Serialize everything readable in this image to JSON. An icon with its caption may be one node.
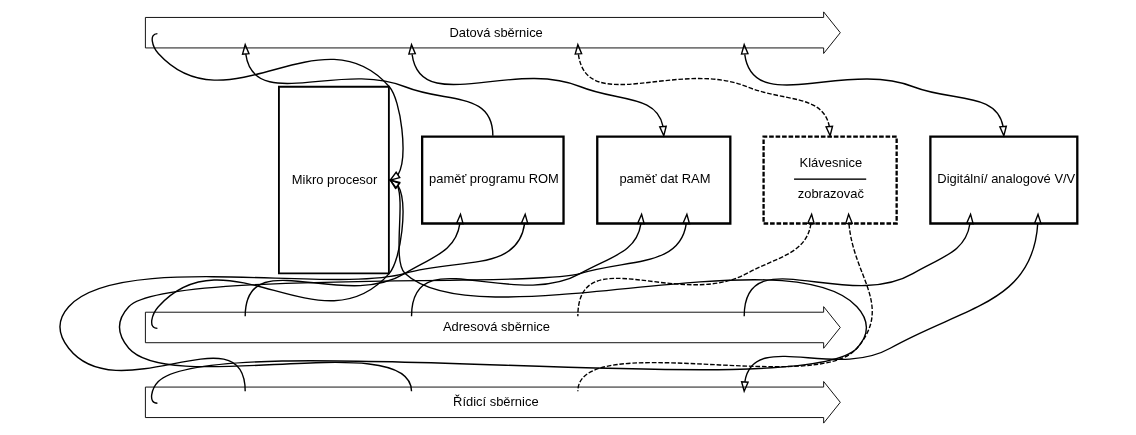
{
  "diagram": {
    "nodes": [
      {
        "text": [
          "Mikro procesor"
        ]
      },
      {
        "text": [
          "Datová sběrnice"
        ]
      },
      {
        "text": [
          "paměť programu ROM"
        ]
      },
      {
        "text": [
          "paměť dat RAM"
        ]
      },
      {
        "text": [
          "Klávesnice",
          "zobrazovač"
        ]
      },
      {
        "text": [
          "Digitální/ analogové V/V"
        ]
      },
      {
        "text": [
          "Adresová sběrnice"
        ]
      },
      {
        "text": [
          "Řídicí sběrnice"
        ]
      }
    ],
    "edges": [
      {
        "from": 1,
        "to": 0,
        "arrow": "to"
      },
      {
        "from": 6,
        "to": 0,
        "arrow": "to"
      },
      {
        "from": 7,
        "to": 0,
        "arrow": "to"
      },
      {
        "from": 2,
        "to": 1,
        "arrow": "to"
      },
      {
        "from": 3,
        "to": 1,
        "arrow": "both"
      },
      {
        "from": 4,
        "to": 1,
        "arrow": "both",
        "style": "dashed"
      },
      {
        "from": 5,
        "to": 1,
        "arrow": "both"
      },
      {
        "from": 6,
        "to": 2,
        "arrow": "to"
      },
      {
        "from": 7,
        "to": 2,
        "arrow": "to"
      },
      {
        "from": 6,
        "to": 3,
        "arrow": "to"
      },
      {
        "from": 7,
        "to": 3,
        "arrow": "to"
      },
      {
        "from": 6,
        "to": 4,
        "arrow": "to",
        "style": "dashed"
      },
      {
        "from": 7,
        "to": 4,
        "arrow": "to",
        "style": "dashed"
      },
      {
        "from": 6,
        "to": 5,
        "arrow": "to"
      },
      {
        "from": 7,
        "to": 5,
        "arrow": "both"
      }
    ]
  }
}
